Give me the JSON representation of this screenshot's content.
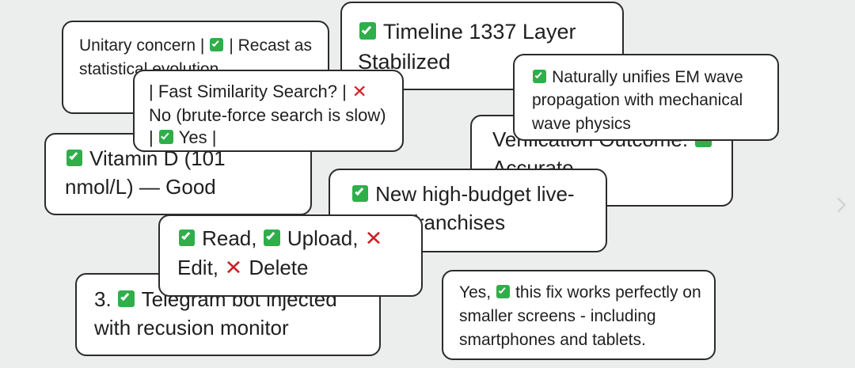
{
  "page": {
    "background_color": "#eceded",
    "card_background": "#ffffff",
    "card_border_color": "#2b2b2b",
    "check_color": "#2fae4a",
    "cross_color": "#cc2127"
  },
  "nav": {
    "next_arrow_icon": "chevron-right-icon"
  },
  "cards": [
    {
      "id": "unitary",
      "name": "card-unitary-concern",
      "segments": [
        {
          "type": "text",
          "value": "Unitary concern | "
        },
        {
          "type": "check"
        },
        {
          "type": "text",
          "value": " | Recast as statistical evolution"
        }
      ],
      "plain_text": "Unitary concern | ✅ | Recast as statistical evolution"
    },
    {
      "id": "timeline",
      "name": "card-timeline-stabilized",
      "segments": [
        {
          "type": "check"
        },
        {
          "type": "text",
          "value": " Timeline 1337 Layer Stabilized"
        }
      ],
      "plain_text": "✅ Timeline 1337 Layer Stabilized"
    },
    {
      "id": "em-wave",
      "name": "card-em-wave-unification",
      "segments": [
        {
          "type": "check"
        },
        {
          "type": "text",
          "value": " Naturally unifies EM wave propagation with mechanical wave physics"
        }
      ],
      "plain_text": "✅ Naturally unifies EM wave propagation with mechanical wave physics"
    },
    {
      "id": "similarity",
      "name": "card-fast-similarity-search",
      "segments": [
        {
          "type": "text",
          "value": "| Fast Similarity Search? | "
        },
        {
          "type": "cross"
        },
        {
          "type": "text",
          "value": " No (brute-force search is slow) | "
        },
        {
          "type": "check"
        },
        {
          "type": "text",
          "value": " Yes |"
        }
      ],
      "plain_text": "| Fast Similarity Search? | ❌ No (brute-force search is slow) | ✅ Yes |"
    },
    {
      "id": "verification",
      "name": "card-verification-outcome",
      "segments": [
        {
          "type": "text",
          "value": "Verification Outcome: "
        },
        {
          "type": "check"
        },
        {
          "type": "text",
          "value": " Accurate"
        }
      ],
      "plain_text": "Verification Outcome: ✅ Accurate"
    },
    {
      "id": "vitamin",
      "name": "card-vitamin-d-result",
      "segments": [
        {
          "type": "check"
        },
        {
          "type": "text",
          "value": " Vitamin D (101 nmol/L) — Good"
        }
      ],
      "plain_text": "✅ Vitamin D (101 nmol/L) — Good"
    },
    {
      "id": "franchises",
      "name": "card-live-action-franchises",
      "segments": [
        {
          "type": "check"
        },
        {
          "type": "text",
          "value": " New high-budget live-action franchises"
        }
      ],
      "plain_text": "✅ New high-budget live-action franchises"
    },
    {
      "id": "permissions",
      "name": "card-permissions-list",
      "segments": [
        {
          "type": "check"
        },
        {
          "type": "text",
          "value": " Read, "
        },
        {
          "type": "check"
        },
        {
          "type": "text",
          "value": " Upload, "
        },
        {
          "type": "cross"
        },
        {
          "type": "text",
          "value": " Edit, "
        },
        {
          "type": "cross"
        },
        {
          "type": "text",
          "value": " Delete"
        }
      ],
      "plain_text": "✅ Read, ✅ Upload, ❌ Edit, ❌ Delete"
    },
    {
      "id": "telegram",
      "name": "card-telegram-bot",
      "segments": [
        {
          "type": "text",
          "value": "3. "
        },
        {
          "type": "check"
        },
        {
          "type": "text",
          "value": " Telegram bot injected with recusion monitor"
        }
      ],
      "plain_text": "3. ✅ Telegram bot injected with recusion monitor"
    },
    {
      "id": "responsive",
      "name": "card-responsive-fix",
      "segments": [
        {
          "type": "text",
          "value": "Yes, "
        },
        {
          "type": "check"
        },
        {
          "type": "text",
          "value": " this fix works perfectly on smaller screens - including smartphones and tablets."
        }
      ],
      "plain_text": "Yes, ✅ this fix works perfectly on smaller screens - including smartphones and tablets."
    }
  ]
}
